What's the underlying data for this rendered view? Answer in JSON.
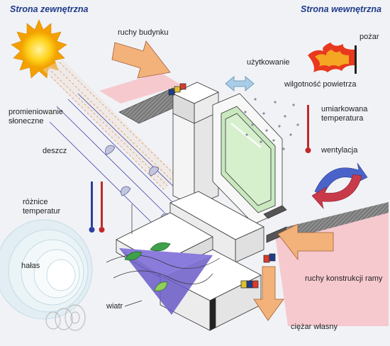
{
  "titles": {
    "outside": "Strona zewnętrzna",
    "inside": "Strona wewnętrzna"
  },
  "labels": {
    "building_movement": "ruchy budynku",
    "fire": "pożar",
    "usage": "użytkowanie",
    "humidity": "wilgotność powietrza",
    "moderate_temp_line1": "umiarkowana",
    "moderate_temp_line2": "temperatura",
    "ventilation": "wentylacja",
    "solar_line1": "promieniowanie",
    "solar_line2": "słoneczne",
    "rain": "deszcz",
    "temp_diff_line1": "różnice",
    "temp_diff_line2": "temperatur",
    "noise": "hałas",
    "wind": "wiatr",
    "frame_movement": "ruchy konstrukcji ramy",
    "dead_weight": "ciężar własny"
  },
  "colors": {
    "title": "#1f3b8a",
    "sun": "#f5b400",
    "arrow_orange": "#f3b27a",
    "wall_pink": "#f6c9cf",
    "glass_green": "#c9e8c0",
    "wind_purple": "#6a5ac8",
    "fire_red": "#e8391e",
    "ventilation_blue": "#4a63c8",
    "ventilation_red": "#c83a4a"
  },
  "icons": [
    "sun-icon",
    "fire-icon",
    "thermometer-icon",
    "water-drop-icon",
    "leaf-icon",
    "noise-wave-icon",
    "ventilation-arrows-icon"
  ]
}
